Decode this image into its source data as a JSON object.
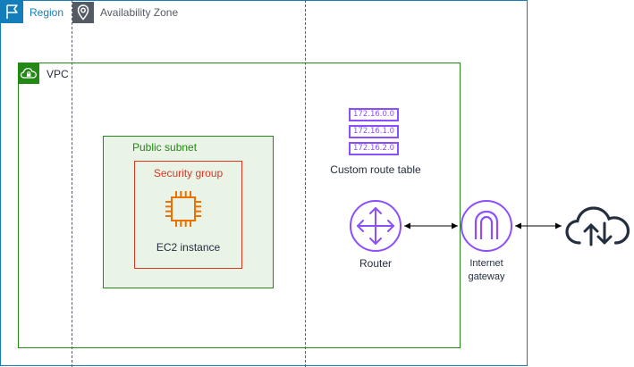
{
  "colors": {
    "region": "#147EBA",
    "availability_zone": "#545B64",
    "vpc": "#248814",
    "subnet_fill": "#E9F3E6",
    "security_group": "#DD3522",
    "ec2": "#ED7100",
    "networking": "#8C4FFF",
    "text": "#232F3E"
  },
  "region": {
    "label": "Region",
    "icon": "flag-icon"
  },
  "availability_zone": {
    "label": "Availability Zone",
    "icon": "map-pin-icon"
  },
  "vpc": {
    "label": "VPC",
    "icon": "cloud-lock-icon"
  },
  "public_subnet": {
    "label": "Public subnet"
  },
  "security_group": {
    "label": "Security group"
  },
  "ec2": {
    "label": "EC2 instance",
    "icon": "chip-icon"
  },
  "route_table": {
    "entries": [
      "172.16.0.0",
      "172.16.1.0",
      "172.16.2.0"
    ],
    "label": "Custom route table"
  },
  "router": {
    "label": "Router",
    "icon": "router-icon"
  },
  "internet_gateway": {
    "label_line1": "Internet",
    "label_line2": "gateway",
    "icon": "internet-gateway-icon"
  },
  "internet": {
    "icon": "cloud-upload-download-icon"
  }
}
